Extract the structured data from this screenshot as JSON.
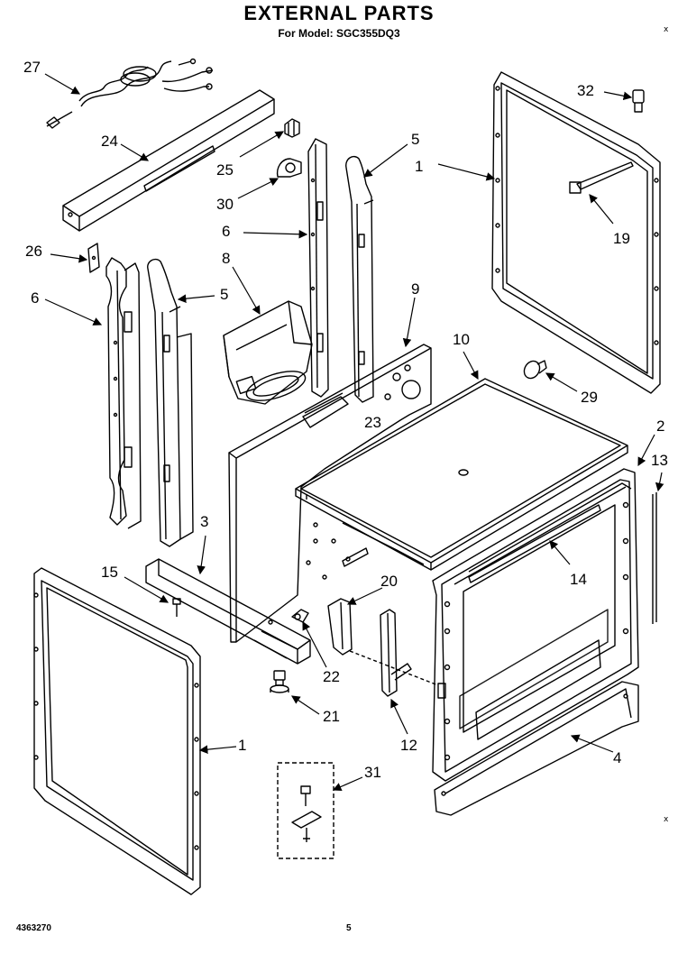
{
  "header": {
    "title": "EXTERNAL PARTS",
    "subtitle": "For Model: SGC355DQ3"
  },
  "footer": {
    "doc_number": "4363270",
    "page_number": "5"
  },
  "corner_marks": [
    "x",
    "x"
  ],
  "callouts": [
    "27",
    "24",
    "25",
    "30",
    "5",
    "1",
    "32",
    "19",
    "6",
    "26",
    "6",
    "8",
    "5",
    "9",
    "10",
    "29",
    "23",
    "2",
    "13",
    "14",
    "3",
    "15",
    "20",
    "22",
    "21",
    "12",
    "1",
    "4",
    "31"
  ]
}
